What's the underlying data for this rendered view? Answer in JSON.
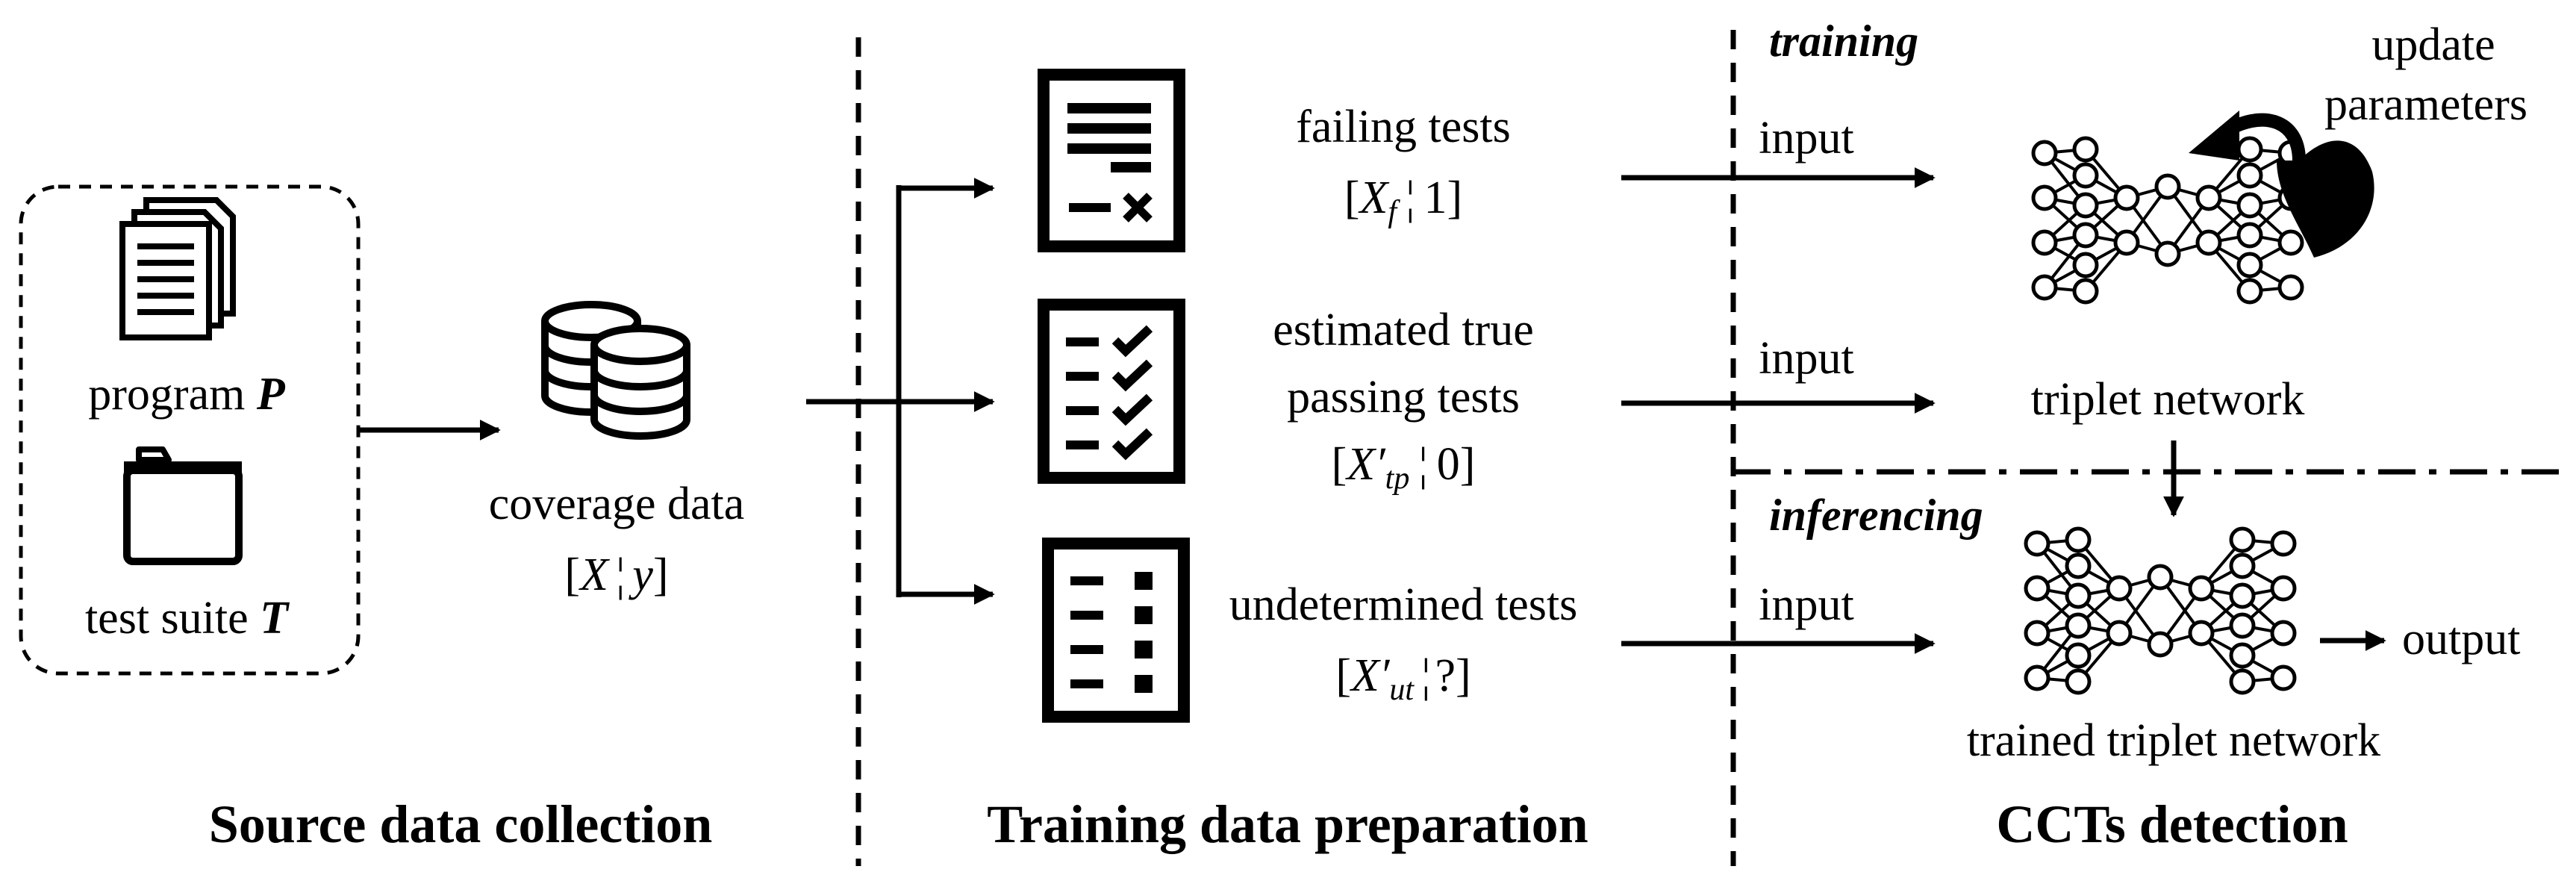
{
  "source": {
    "heading": "Source data collection",
    "program_label": "program ",
    "program_symbol": "P",
    "suite_label": "test suite ",
    "suite_symbol": "T",
    "coverage_label": "coverage data",
    "coverage_open": "[",
    "coverage_x": "X",
    "coverage_sep": "¦",
    "coverage_y": "y",
    "coverage_close": "]"
  },
  "prep": {
    "heading": "Training data preparation",
    "failing": {
      "label": "failing tests",
      "open": "[",
      "var": "X",
      "sub": "f",
      "sep": "¦",
      "value": "1",
      "close": "]"
    },
    "passing": {
      "label_line1": "estimated true",
      "label_line2": "passing tests",
      "open": "[",
      "var": "X′",
      "sub": "tp",
      "sep": "¦",
      "value": "0",
      "close": "]"
    },
    "undetermined": {
      "label": "undetermined tests",
      "open": "[",
      "var": "X′",
      "sub": "ut",
      "sep": "¦",
      "value": "?",
      "close": "]"
    }
  },
  "detect": {
    "heading": "CCTs detection",
    "phase_training": "training",
    "phase_inferencing": "inferencing",
    "input_label": "input",
    "update_line1": "update",
    "update_line2": "parameters",
    "network_label": "triplet network",
    "trained_label": "trained triplet network",
    "output_label": "output"
  },
  "icons": [
    "documents-icon",
    "folder-icon",
    "database-icon",
    "failing-report-icon",
    "checklist-icon",
    "todo-list-icon",
    "neural-network-icon",
    "curved-arrow-icon"
  ]
}
